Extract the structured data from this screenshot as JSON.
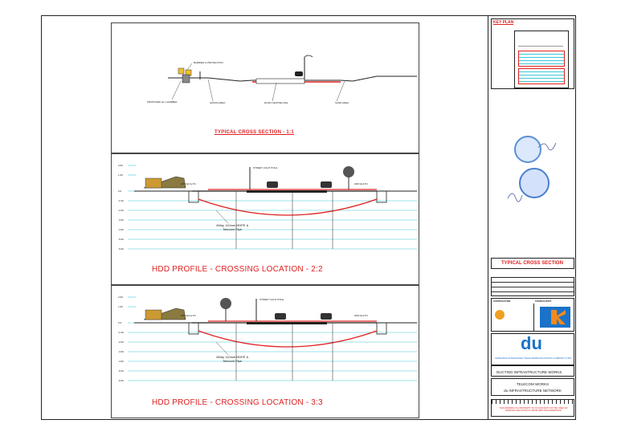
{
  "section1": {
    "title": "TYPICAL CROSS SECTION - 1:1",
    "labels": {
      "barrier": "BARRIER & PROTECTION",
      "chamber": "PROPOSED GL CHAMBER",
      "grass": "GRASS AREA",
      "road_centre": "ROAD CENTRE LINE",
      "sand": "SAND AREA"
    }
  },
  "section2": {
    "title": "HDD PROFILE - CROSSING LOCATION - 2:2",
    "street_light": "STREET LIGHT POLE",
    "entry_pit": "HDD Entry Pit",
    "exit_pit": "HDD Exit Pit",
    "pipe_label": "4Way 110mm HDPE &\nTelecom Pipe",
    "levels": [
      "2.00",
      "1.00",
      "0.0",
      "-1.00",
      "-2.00",
      "-3.00",
      "-4.00",
      "-5.00",
      "-6.00"
    ]
  },
  "section3": {
    "title": "HDD PROFILE - CROSSING LOCATION - 3:3",
    "street_light": "STREET LIGHT POLE",
    "entry_pit": "HDD Entry Pit",
    "exit_pit": "HDD Exit Pit",
    "pipe_label": "4Way 110mm HDPE &\nTelecom Pipe",
    "levels": [
      "2.00",
      "1.00",
      "0.0",
      "-1.00",
      "-2.00",
      "-3.00",
      "-4.00",
      "-5.00",
      "-6.00"
    ]
  },
  "title_block": {
    "key_plan": "KEY PLAN",
    "section_name": "TYPICAL CROSS SECTION",
    "contractor": "CONTRACTOR",
    "consultant": "CONSULTANT",
    "client_brand": "du",
    "client_name": "EMIRATES INTEGRATED TELECOMMUNICATIONS COMPANY PJSC",
    "project": "DUCTING INFRASTRUCTURE WORKS",
    "drawing_title_1": "TELECOM WORKS",
    "drawing_title_2": "du INFRASTRUCTURE NETWORK",
    "footer": "THIS DRAWING IS A PROPERTY OF DU AND MUST NOT BE USED OR REPRODUCED WITHOUT PRIOR WRITTEN PERMISSION"
  },
  "colors": {
    "accent_red": "#e02020",
    "water_cyan": "#3cc7d8",
    "du_blue": "#1a73c8",
    "ka_orange": "#f08a1e"
  }
}
